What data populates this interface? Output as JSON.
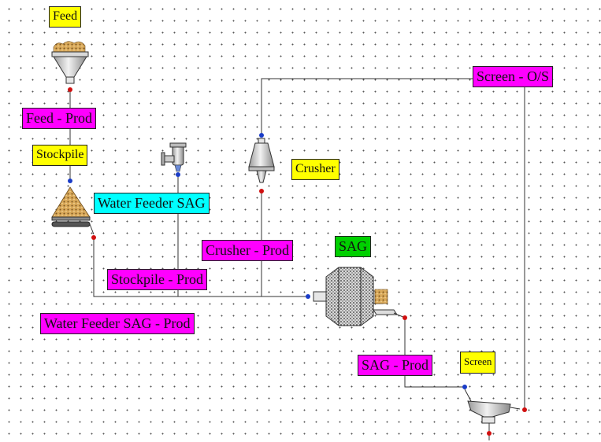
{
  "labels": {
    "feed": "Feed",
    "feed_prod": "Feed - Prod",
    "stockpile": "Stockpile",
    "water_feeder_sag": "Water Feeder SAG",
    "crusher": "Crusher",
    "crusher_prod": "Crusher - Prod",
    "sag": "SAG",
    "stockpile_prod": "Stockpile - Prod",
    "water_feeder_sag_prod": "Water Feeder SAG - Prod",
    "sag_prod": "SAG - Prod",
    "screen": "Screen",
    "screen_os": "Screen - O/S"
  },
  "colors": {
    "stream_label": "#ff00ff",
    "unit_label": "#ffff00",
    "water_label": "#00ffff",
    "mill_label": "#00d000",
    "inlet_port": "#1a3cc8",
    "outlet_port": "#d01010",
    "stream_line": "#333333"
  },
  "icons": {
    "feed": "feed-hopper-icon",
    "stockpile": "stockpile-icon",
    "water_feeder": "water-valve-icon",
    "crusher": "cone-crusher-icon",
    "sag": "sag-mill-icon",
    "screen": "screen-icon"
  }
}
